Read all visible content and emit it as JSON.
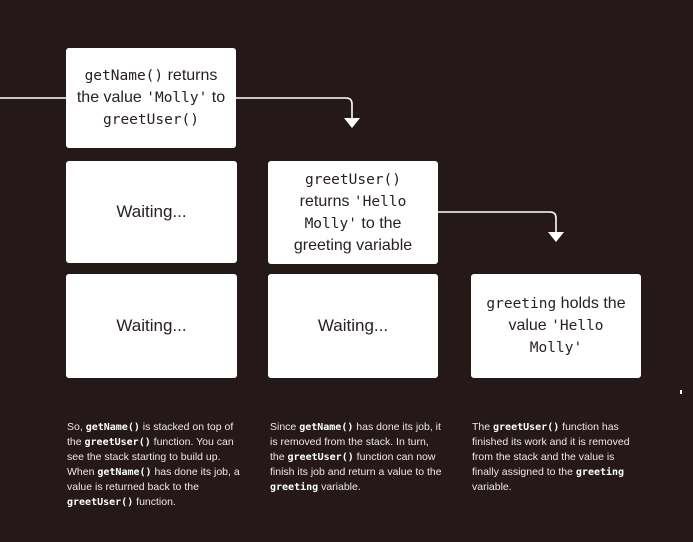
{
  "col1": {
    "top_box": {
      "code1": "getName()",
      "text1": " returns the value ",
      "code2": "'Molly'",
      "text2": " to ",
      "code3": "greetUser()"
    },
    "mid_box": {
      "text": "Waiting..."
    },
    "bottom_box": {
      "text": "Waiting..."
    },
    "caption": {
      "t1": "So, ",
      "c1": "getName()",
      "t2": " is stacked on top of the ",
      "c2": "greetUser()",
      "t3": " function. You can see the stack starting to build up. When ",
      "c3": "getName()",
      "t4": " has done its job, a value is returned back to the ",
      "c4": "greetUser()",
      "t5": " function."
    }
  },
  "col2": {
    "mid_box": {
      "code1": "greetUser()",
      "text1": " returns ",
      "code2": "'Hello Molly'",
      "text2": " to the greeting variable"
    },
    "bottom_box": {
      "text": "Waiting..."
    },
    "caption": {
      "t1": "Since ",
      "c1": "getName()",
      "t2": " has done its job, it is removed from the stack. In turn, the ",
      "c2": "greetUser()",
      "t3": " function can now finish its job and return a value to the ",
      "c3": "greeting",
      "t4": " variable."
    }
  },
  "col3": {
    "bottom_box": {
      "code1": "greeting",
      "text1": " holds the value ",
      "code2": "'Hello Molly'"
    },
    "caption": {
      "t1": "The ",
      "c1": "greetUser()",
      "t2": " function has finished its work and it is removed from the stack and the value is finally assigned to the ",
      "c2": "greeting",
      "t3": " variable."
    }
  },
  "colors": {
    "background": "#241918",
    "box": "#ffffff",
    "connector": "#ffffff"
  }
}
